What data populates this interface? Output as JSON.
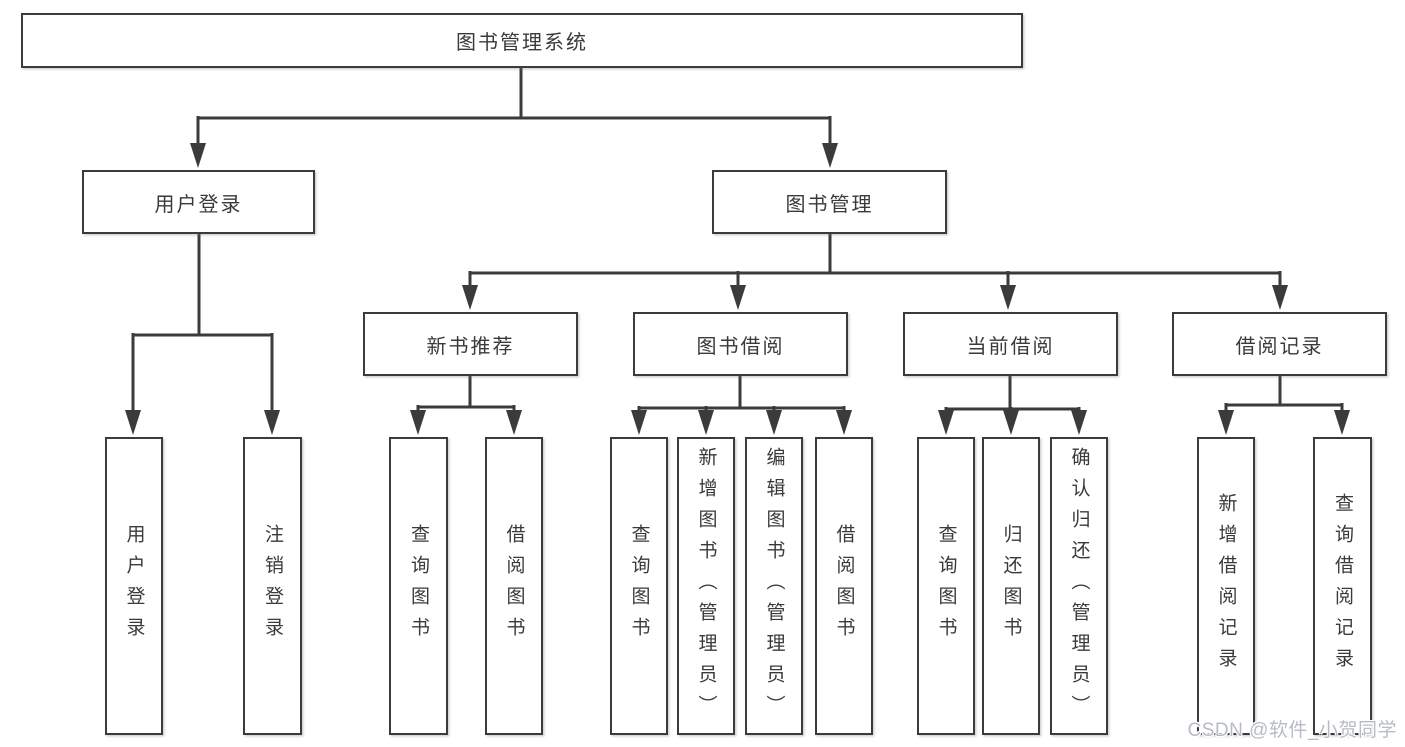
{
  "diagram": {
    "title": "图书管理系统",
    "root": {
      "label": "图书管理系统",
      "children": [
        {
          "label": "用户登录",
          "children": [
            {
              "label": "用户登录"
            },
            {
              "label": "注销登录"
            }
          ]
        },
        {
          "label": "图书管理",
          "children": [
            {
              "label": "新书推荐",
              "children": [
                {
                  "label": "查询图书"
                },
                {
                  "label": "借阅图书"
                }
              ]
            },
            {
              "label": "图书借阅",
              "children": [
                {
                  "label": "查询图书"
                },
                {
                  "label": "新增图书（管理员）"
                },
                {
                  "label": "编辑图书（管理员）"
                },
                {
                  "label": "借阅图书"
                }
              ]
            },
            {
              "label": "当前借阅",
              "children": [
                {
                  "label": "查询图书"
                },
                {
                  "label": "归还图书"
                },
                {
                  "label": "确认归还（管理员）"
                }
              ]
            },
            {
              "label": "借阅记录",
              "children": [
                {
                  "label": "新增借阅记录"
                },
                {
                  "label": "查询借阅记录"
                }
              ]
            }
          ]
        }
      ]
    },
    "watermark": "CSDN @软件_小贺同学",
    "colors": {
      "line": "#3b3b3b",
      "text": "#3a3a3a",
      "background": "#ffffff",
      "watermark_text": "#b7bcc4"
    }
  }
}
